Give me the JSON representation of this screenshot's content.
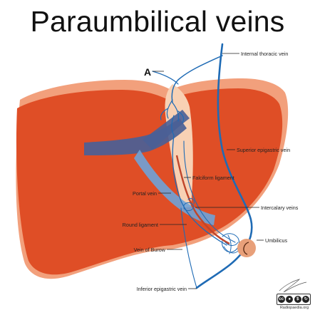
{
  "title": "Paraumbilical veins",
  "labels": {
    "a": "A",
    "internal_thoracic_vein": "Internal thoracic vein",
    "superior_epigastric_veins": "Superior epigastric vein",
    "falciform_ligament": "Falciform ligament",
    "portal_vein": "Portal vein",
    "intercalary_veins": "Intercalary veins",
    "round_ligament": "Round ligament",
    "umbilicus": "Umbilicus",
    "vein_of_burow": "Vein of Burow",
    "inferior_epigastric_vein": "Inferior epigastric vein"
  },
  "license": {
    "site": "Radiopaedia.org",
    "icons": [
      "cc-icon",
      "by-icon",
      "nc-icon",
      "sa-icon"
    ]
  },
  "colors": {
    "liver": "#df4e26",
    "liver_outline": "#f2a07c",
    "falciform": "#f8d1b4",
    "portal_vein": "#5f7cb8",
    "portal_vein_dark": "#4a5f96",
    "vein": "#1f6bb5",
    "round_ligament": "#c0452a",
    "umbilicus": "#e8a07a"
  },
  "icons": {
    "signature": "signature-icon"
  }
}
